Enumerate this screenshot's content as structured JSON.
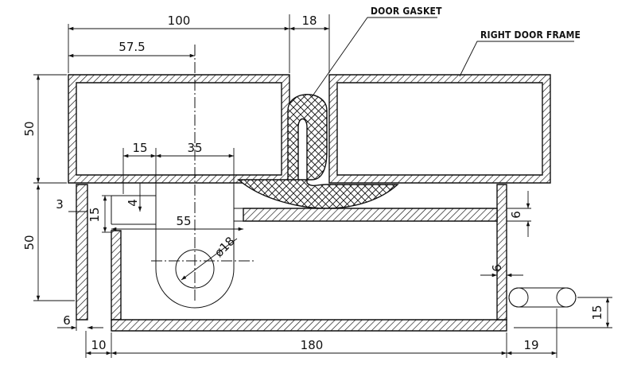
{
  "callouts": {
    "door_gasket": "DOOR GASKET",
    "right_door_frame": "RIGHT DOOR FRAME"
  },
  "dimensions": {
    "d100": "100",
    "d18": "18",
    "d57_5": "57.5",
    "d50_top": "50",
    "d50_bottom": "50",
    "d15_slot": "15",
    "d35": "35",
    "d3": "3",
    "d15_side": "15",
    "d4": "4",
    "d55": "55",
    "d6_right": "6",
    "d_phi18": "ø18",
    "d6_inner": "6",
    "d6_left": "6",
    "d10": "10",
    "d180": "180",
    "d19": "19",
    "d15_handle": "15"
  }
}
